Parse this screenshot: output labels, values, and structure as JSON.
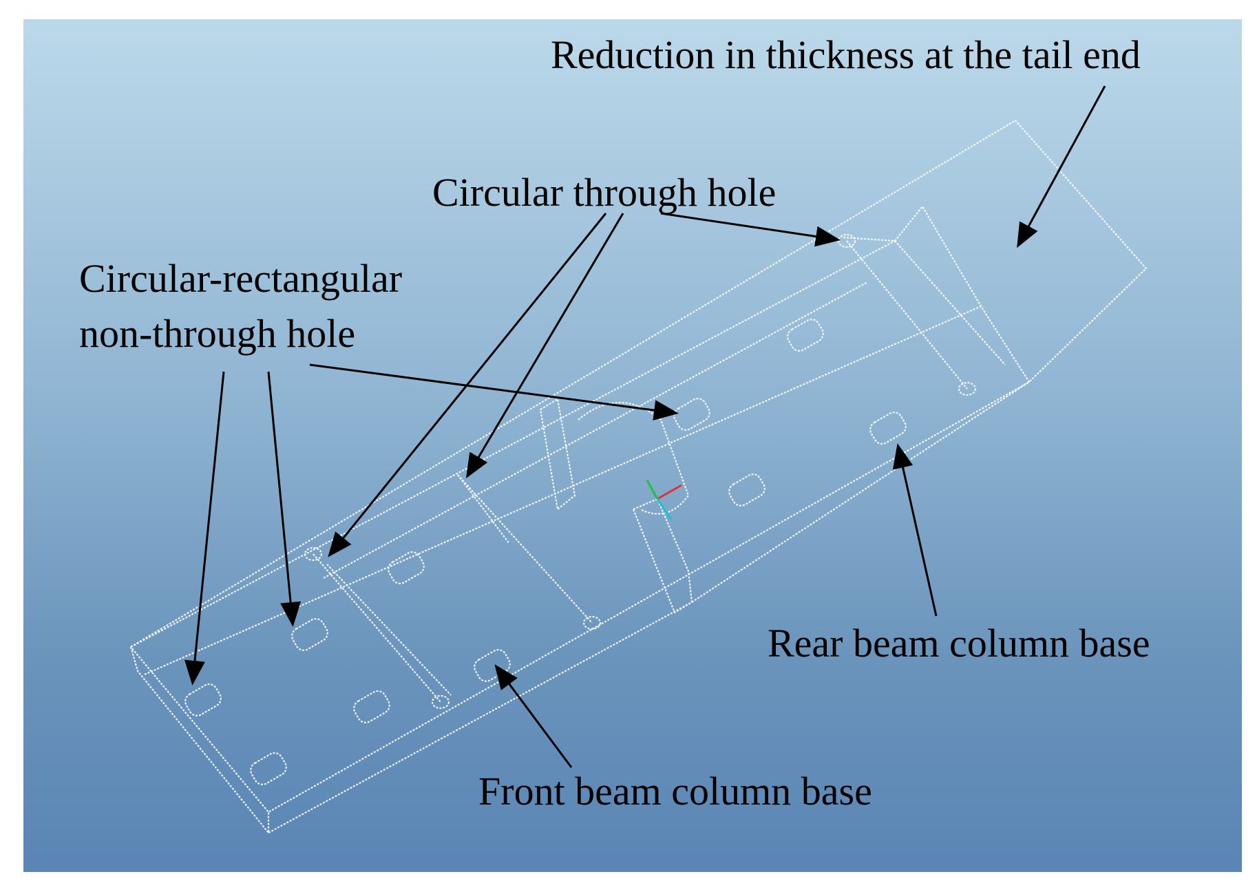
{
  "diagram": {
    "background_top": "#bcd9ea",
    "background_bottom": "#5a85b4",
    "wireframe_color": "#ffffff",
    "annotations": {
      "tail_end": "Reduction in thickness at the tail end",
      "circular_through_hole": "Circular through hole",
      "circ_rect_line1": "Circular-rectangular",
      "circ_rect_line2": "non-through hole",
      "rear_base": "Rear beam column base",
      "front_base": "Front beam column base"
    },
    "axis_triad": {
      "x_color": "#e03030",
      "y_color": "#20c040",
      "z_color": "#20c0d0"
    }
  }
}
